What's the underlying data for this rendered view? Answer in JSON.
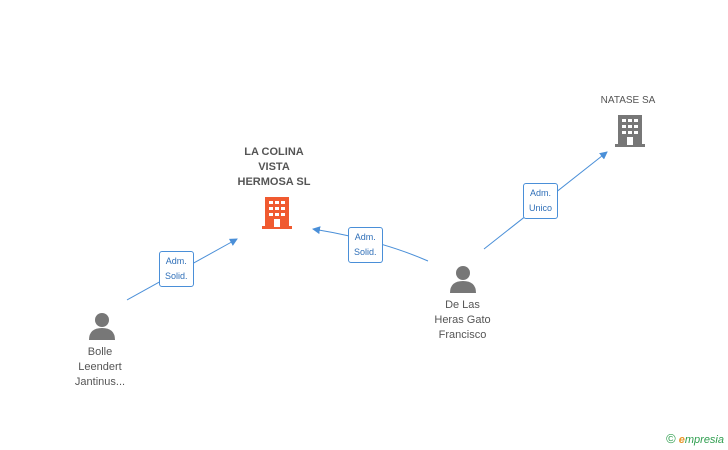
{
  "nodes": {
    "main_company": {
      "name": "LA COLINA VISTA HERMOSA SL",
      "lines": [
        "LA COLINA",
        "VISTA",
        "HERMOSA SL"
      ],
      "icon": "building-icon",
      "color": "#f05a30"
    },
    "natase": {
      "name": "NATASE SA",
      "icon": "building-icon",
      "color": "#777777"
    },
    "bolle": {
      "lines": [
        "Bolle",
        "Leendert",
        "Jantinus..."
      ],
      "icon": "person-icon"
    },
    "de_las_heras": {
      "lines": [
        "De Las",
        "Heras Gato",
        "Francisco"
      ],
      "icon": "person-icon"
    }
  },
  "edges": {
    "bolle_to_main": {
      "lines": [
        "Adm.",
        "Solid."
      ]
    },
    "heras_to_main": {
      "lines": [
        "Adm.",
        "Solid."
      ]
    },
    "heras_to_natase": {
      "lines": [
        "Adm.",
        "Unico"
      ]
    }
  },
  "colors": {
    "edge": "#4a8fd8",
    "person": "#777777"
  },
  "brand": {
    "copyright": "©",
    "initial": "e",
    "rest": "mpresia"
  }
}
